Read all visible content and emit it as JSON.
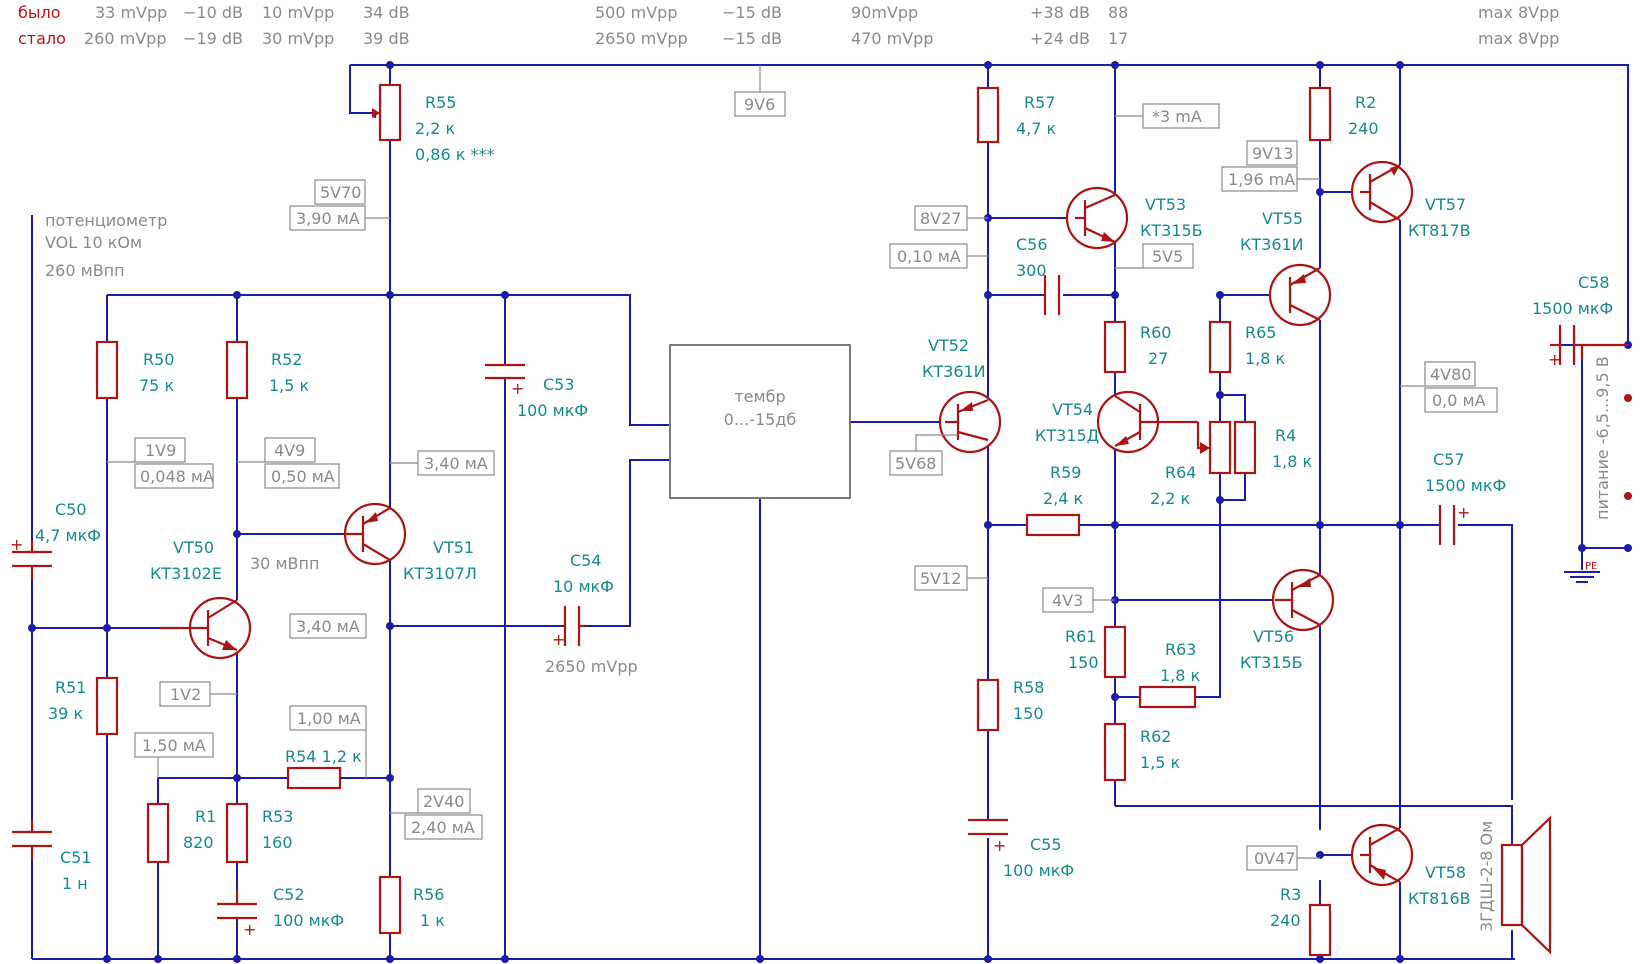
{
  "header": {
    "row1": {
      "label": "было",
      "values": [
        "33 mVpp",
        "−10 dB",
        "10 mVpp",
        "34 dB",
        "500 mVpp",
        "−15 dB",
        "90mVpp",
        "+38 dB",
        "88",
        "max 8Vpp"
      ]
    },
    "row2": {
      "label": "стало",
      "values": [
        "260 mVpp",
        "−19 dB",
        "30 mVpp",
        "39 dB",
        "2650 mVpp",
        "−15 dB",
        "470 mVpp",
        "+24 dB",
        "17",
        "max 8Vpp"
      ]
    }
  },
  "notes": {
    "pot": [
      "потенциометр",
      "VOL 10 кОм",
      "260 мВпп"
    ],
    "vt50_signal": "30 мВпп",
    "c54_signal": "2650 mVpp",
    "power": "питание -6,5...9,5 В",
    "speaker": "3ГДШ-2-8 Ом",
    "pe": "PE"
  },
  "tone_block": {
    "line1": "тембр",
    "line2": "0...-15дб"
  },
  "components": {
    "R55": [
      "R55",
      "2,2 к",
      "0,86 к ***"
    ],
    "R57": [
      "R57",
      "4,7 к"
    ],
    "R2": [
      "R2",
      "240"
    ],
    "VT53": [
      "VT53",
      "КТ315Б"
    ],
    "VT57": [
      "VT57",
      "КТ817В"
    ],
    "VT55": [
      "VT55",
      "КТ361И"
    ],
    "C56": [
      "C56",
      "300"
    ],
    "C58": [
      "C58",
      "1500 мкФ"
    ],
    "R50": [
      "R50",
      "75 к"
    ],
    "R52": [
      "R52",
      "1,5 к"
    ],
    "C53": [
      "C53",
      "100 мкФ"
    ],
    "VT52": [
      "VT52",
      "КТ361И"
    ],
    "R60": [
      "R60",
      "27"
    ],
    "R65": [
      "R65",
      "1,8 к"
    ],
    "VT54": [
      "VT54",
      "КТ315Д"
    ],
    "R4": [
      "R4",
      "1,8 к"
    ],
    "R64": [
      "R64",
      "2,2  к"
    ],
    "R59": [
      "R59",
      "2,4 к"
    ],
    "C57": [
      "C57",
      "1500 мкФ"
    ],
    "C50": [
      "C50",
      "4,7 мкФ"
    ],
    "VT50": [
      "VT50",
      "КТ3102Е"
    ],
    "VT51": [
      "VT51",
      "КТ3107Л"
    ],
    "C54": [
      "C54",
      "10 мкФ"
    ],
    "VT56": [
      "VT56",
      "КТ315Б"
    ],
    "R61": [
      "R61",
      "150"
    ],
    "R63": [
      "R63",
      "1,8 к"
    ],
    "R51": [
      "R51",
      "39 к"
    ],
    "R58": [
      "R58",
      "150"
    ],
    "R62": [
      "R62",
      "1,5 к"
    ],
    "R54": [
      "R54 1,2 к"
    ],
    "R1": [
      "R1",
      "820"
    ],
    "R53": [
      "R53",
      "160"
    ],
    "C55": [
      "C55",
      "100 мкФ"
    ],
    "C51": [
      "C51",
      "1 н"
    ],
    "VT58": [
      "VT58",
      "КТ816В"
    ],
    "C52": [
      "C52",
      "100 мкФ"
    ],
    "R56": [
      "R56",
      "1 к"
    ],
    "R3": [
      "R3",
      "240"
    ]
  },
  "measurements": {
    "v9v6": "9V6",
    "i3ma": "*3 mA",
    "v9v13": "9V13",
    "i196": "1,96 mA",
    "v5v70": "5V70",
    "i390": "3,90 мА",
    "v8v27": "8V27",
    "i010": "0,10 мА",
    "v5v5": "5V5",
    "v4v80": "4V80",
    "i00": "0,0 мА",
    "v1v9": "1V9",
    "i0048": "0,048 мА",
    "v4v9": "4V9",
    "i050": "0,50 мА",
    "i340a": "3,40 мА",
    "v5v68": "5V68",
    "v5v12": "5V12",
    "i340b": "3,40 мА",
    "v4v3": "4V3",
    "v1v2": "1V2",
    "i100": "1,00 мА",
    "i150": "1,50 мА",
    "v2v40": "2V40",
    "i240": "2,40 мА",
    "v0v47": "0V47"
  },
  "colors": {
    "wire": "#1c1ca6",
    "component": "#aa1414",
    "label": "#168a8a",
    "annotation": "#8a8a8a"
  }
}
